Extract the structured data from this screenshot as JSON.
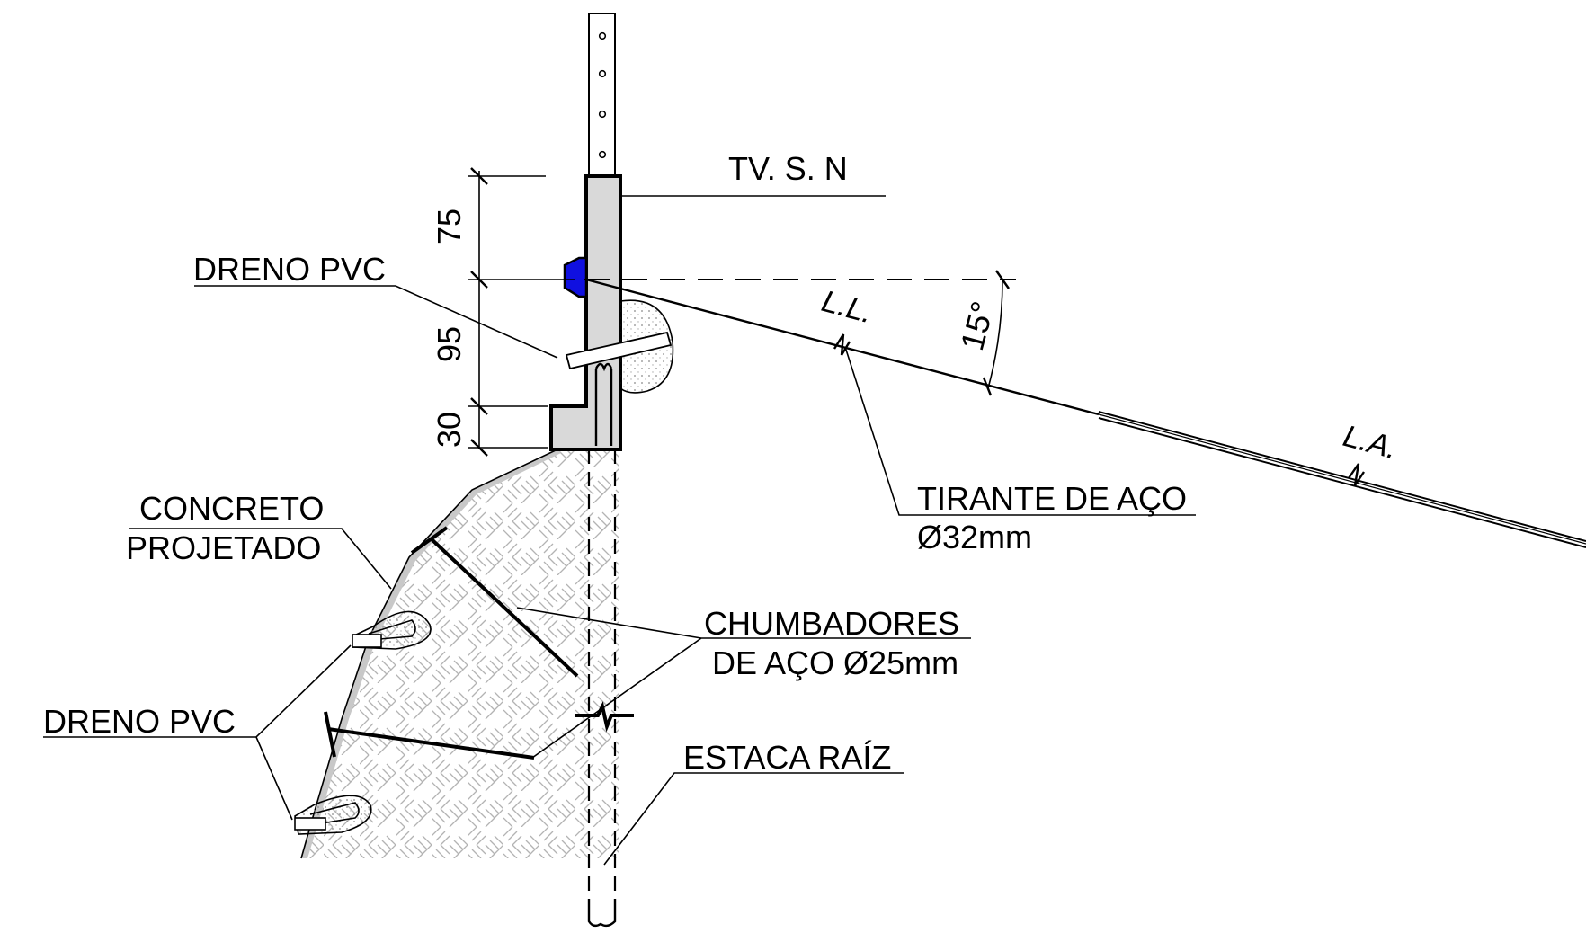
{
  "labels": {
    "tv_sn": "TV. S. N",
    "dreno_pvc_top": "DRENO PVC",
    "dreno_pvc_bottom": "DRENO PVC",
    "concreto_line1": "CONCRETO",
    "concreto_line2": "PROJETADO",
    "chumbadores_line1": "CHUMBADORES",
    "chumbadores_line2": "DE AÇO Ø25mm",
    "estaca_raiz": "ESTACA RAÍZ",
    "tirante_line1": "TIRANTE DE AÇO",
    "tirante_line2": "Ø32mm",
    "ll": "L.L.",
    "la": "L.A."
  },
  "dimensions": {
    "d75": "75",
    "d95": "95",
    "d30": "30",
    "angle": "15°"
  },
  "colors": {
    "anchor_head": "#1010e0",
    "concrete": "#d9d9d9",
    "soil_hatch": "#b3b3b3",
    "line": "#000000"
  }
}
